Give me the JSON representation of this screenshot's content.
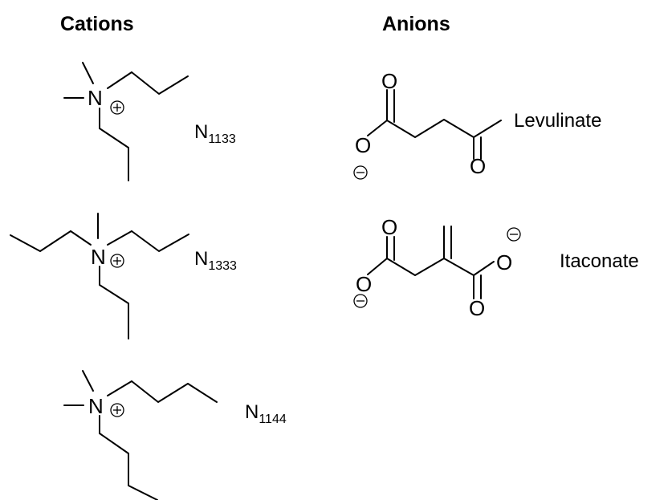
{
  "headers": {
    "cations": "Cations",
    "anions": "Anions"
  },
  "atoms": {
    "nitrogen": "N",
    "oxygen": "O"
  },
  "cations": [
    {
      "prefix": "N",
      "subscript": "1133"
    },
    {
      "prefix": "N",
      "subscript": "1333"
    },
    {
      "prefix": "N",
      "subscript": "1144"
    }
  ],
  "anions": [
    {
      "name": "Levulinate"
    },
    {
      "name": "Itaconate"
    }
  ]
}
